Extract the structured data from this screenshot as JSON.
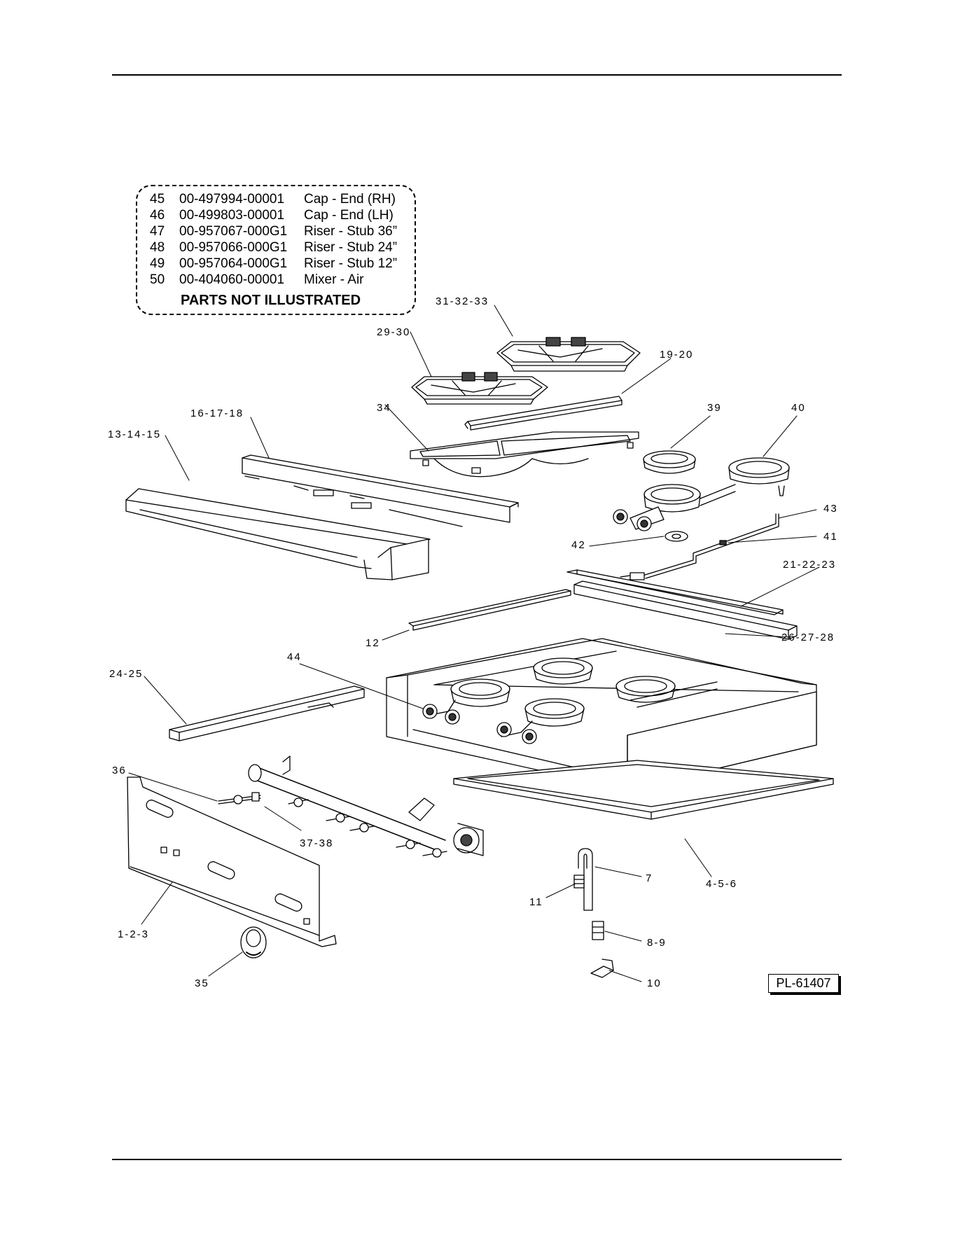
{
  "parts_not_illustrated": {
    "title": "PARTS NOT ILLUSTRATED",
    "rows": [
      {
        "item": "45",
        "part_no": "00-497994-00001",
        "description": "Cap - End (RH)"
      },
      {
        "item": "46",
        "part_no": "00-499803-00001",
        "description": "Cap - End (LH)"
      },
      {
        "item": "47",
        "part_no": "00-957067-000G1",
        "description": "Riser - Stub 36”"
      },
      {
        "item": "48",
        "part_no": "00-957066-000G1",
        "description": "Riser - Stub 24”"
      },
      {
        "item": "49",
        "part_no": "00-957064-000G1",
        "description": "Riser - Stub 12”"
      },
      {
        "item": "50",
        "part_no": "00-404060-00001",
        "description": "Mixer - Air"
      }
    ]
  },
  "drawing_number": "PL-61407",
  "callouts": [
    "31-32-33",
    "29-30",
    "19-20",
    "34",
    "39",
    "40",
    "16-17-18",
    "13-14-15",
    "43",
    "42",
    "41",
    "21-22-23",
    "12",
    "26-27-28",
    "44",
    "24-25",
    "36",
    "37-38",
    "7",
    "4-5-6",
    "11",
    "1-2-3",
    "8-9",
    "35",
    "10"
  ]
}
